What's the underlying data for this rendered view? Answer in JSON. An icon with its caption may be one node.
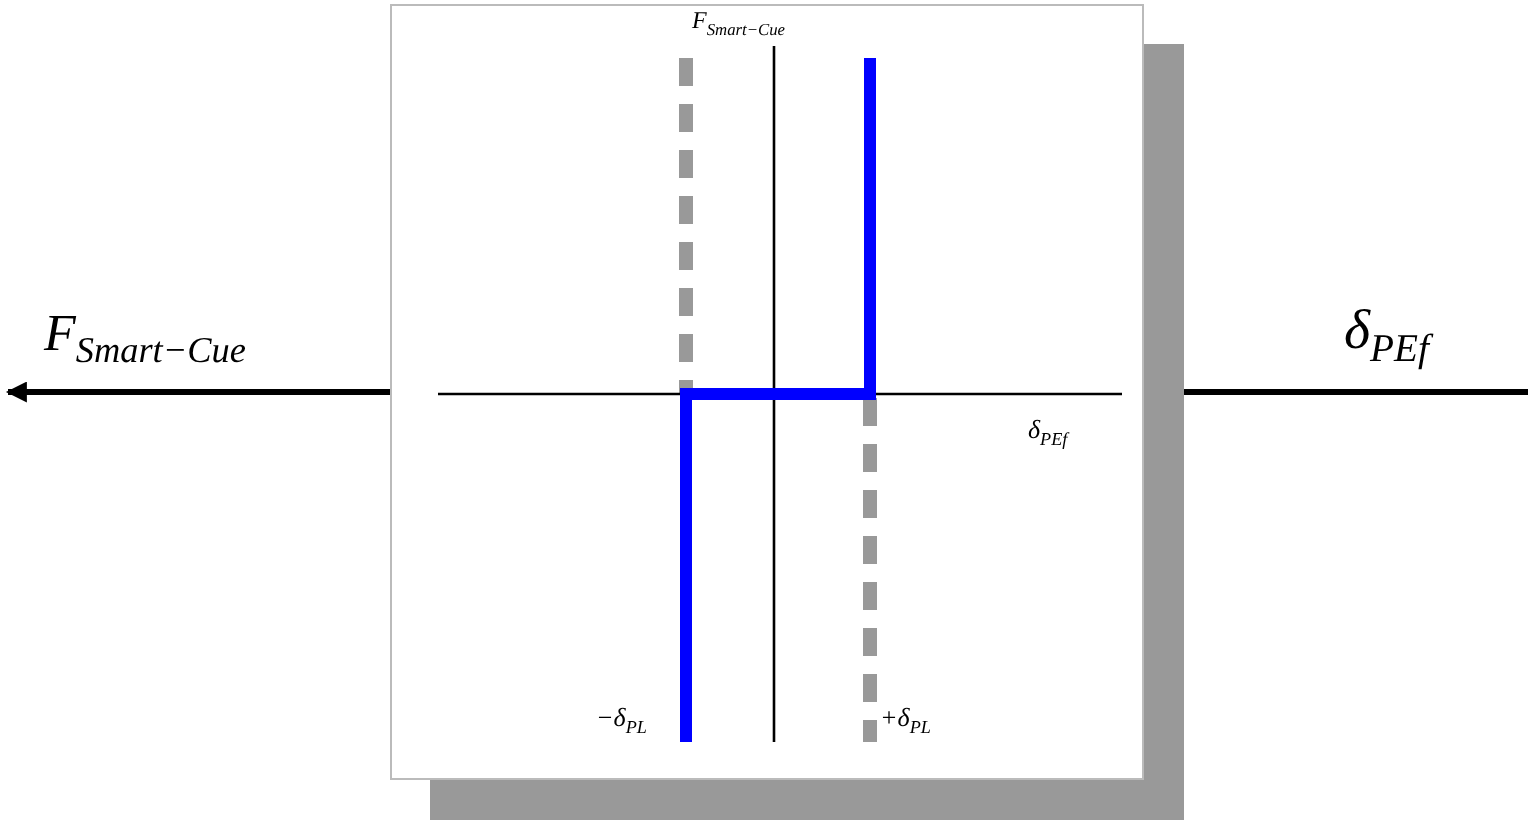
{
  "diagram": {
    "nodes": [
      {
        "text": [
          "F$_{Smart−Cue}$"
        ]
      },
      {
        "text": [
          "F$_{Smart−Cue}$",
          "δ$_{PE}$$_{f}$",
          "−δ$_{PL}$",
          "+δ$_{PL}$"
        ]
      },
      {
        "text": [
          "δ$_{PE}$$_{f}$"
        ]
      }
    ],
    "edges": [
      {
        "from": 2,
        "to": 1,
        "arrow": "to"
      },
      {
        "from": 1,
        "to": 0,
        "arrow": "to"
      }
    ]
  }
}
